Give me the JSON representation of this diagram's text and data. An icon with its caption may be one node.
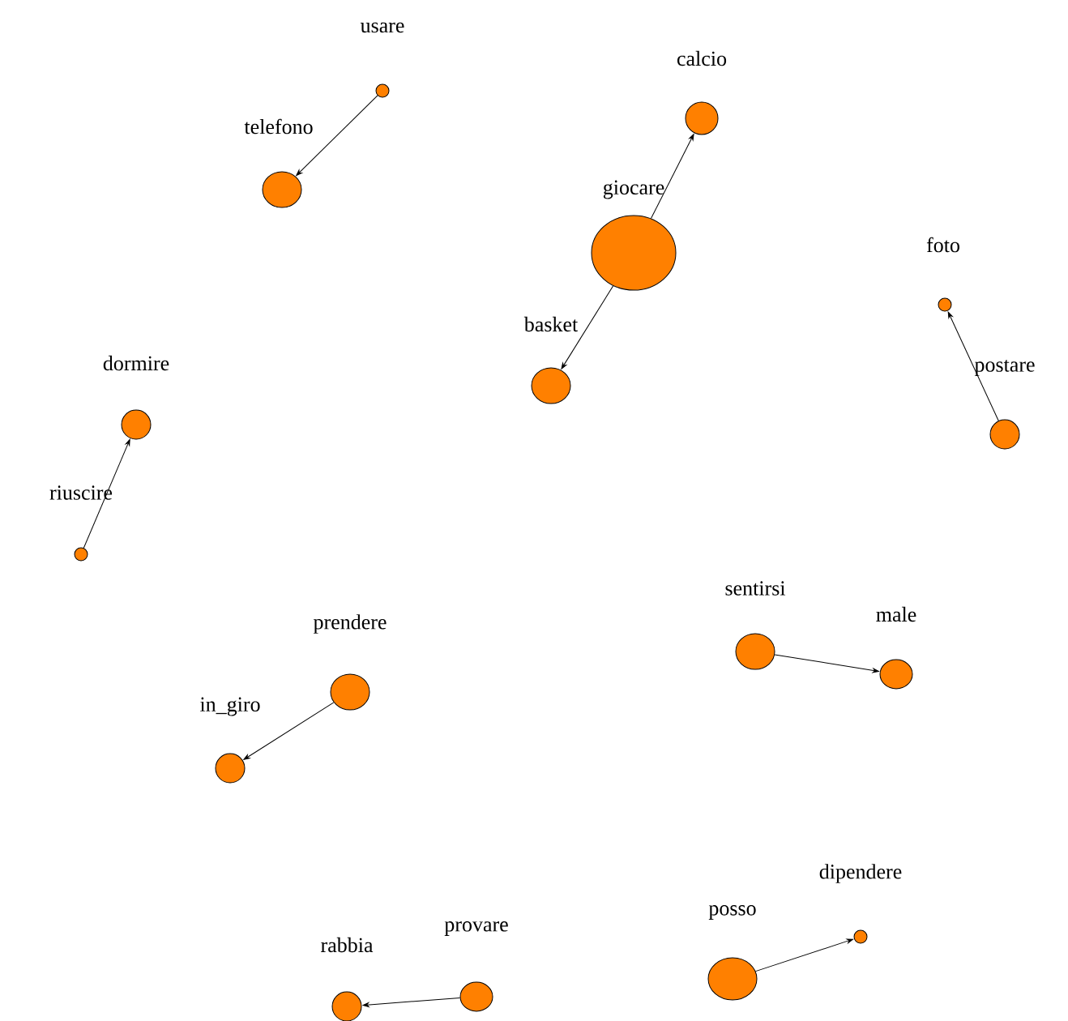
{
  "diagram": {
    "nodes": [
      {
        "text": [
          "usare"
        ]
      },
      {
        "text": [
          "calcio"
        ]
      },
      {
        "text": [
          "telefono"
        ]
      },
      {
        "text": [
          "giocare"
        ]
      },
      {
        "text": [
          "foto"
        ]
      },
      {
        "text": [
          "basket"
        ]
      },
      {
        "text": [
          "postare"
        ]
      },
      {
        "text": [
          "dormire"
        ]
      },
      {
        "text": [
          "riuscire"
        ]
      },
      {
        "text": [
          "prendere"
        ]
      },
      {
        "text": [
          "sentirsi"
        ]
      },
      {
        "text": [
          "male"
        ]
      },
      {
        "text": [
          "in_giro"
        ]
      },
      {
        "text": [
          "dipendere"
        ]
      },
      {
        "text": [
          "posso"
        ]
      },
      {
        "text": [
          "provare"
        ]
      },
      {
        "text": [
          "rabbia"
        ]
      }
    ],
    "edges": [
      {
        "from": 0,
        "to": 2,
        "arrow": "to"
      },
      {
        "from": 3,
        "to": 1,
        "arrow": "to"
      },
      {
        "from": 3,
        "to": 5,
        "arrow": "to"
      },
      {
        "from": 6,
        "to": 4,
        "arrow": "to"
      },
      {
        "from": 8,
        "to": 7,
        "arrow": "to"
      },
      {
        "from": 9,
        "to": 12,
        "arrow": "to"
      },
      {
        "from": 10,
        "to": 11,
        "arrow": "to"
      },
      {
        "from": 14,
        "to": 13,
        "arrow": "to"
      },
      {
        "from": 15,
        "to": 16,
        "arrow": "to"
      }
    ]
  }
}
